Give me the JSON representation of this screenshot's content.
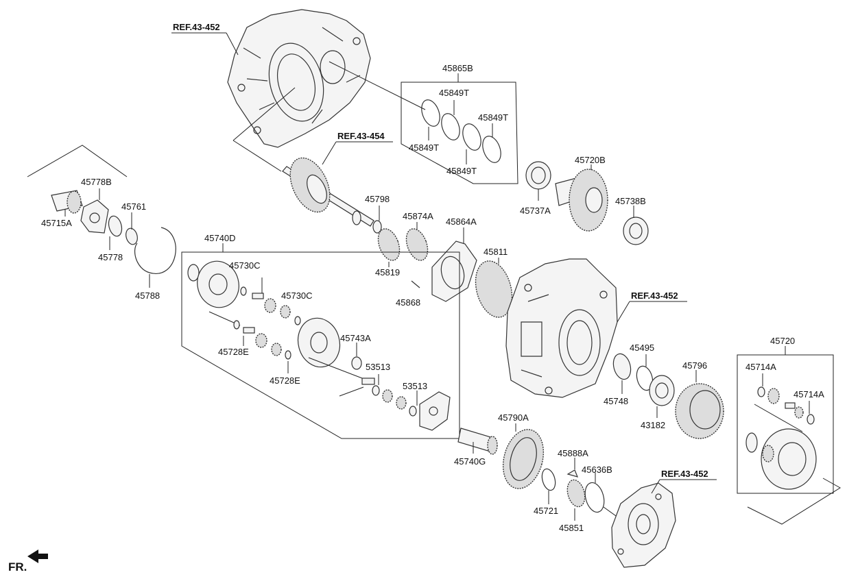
{
  "refs": {
    "r1": "REF.43-452",
    "r2": "REF.43-454",
    "r3": "REF.43-452",
    "r4": "REF.43-452"
  },
  "labels": {
    "p45865B": "45865B",
    "p45849T_a": "45849T",
    "p45849T_b": "45849T",
    "p45849T_c": "45849T",
    "p45849T_d": "45849T",
    "p45778B": "45778B",
    "p45761": "45761",
    "p45715A": "45715A",
    "p45778": "45778",
    "p45788": "45788",
    "p45798": "45798",
    "p45874A": "45874A",
    "p45864A": "45864A",
    "p45819": "45819",
    "p45720B": "45720B",
    "p45737A": "45737A",
    "p45738B": "45738B",
    "p45740D": "45740D",
    "p45730C_a": "45730C",
    "p45730C_b": "45730C",
    "p45743A": "45743A",
    "p45728E_a": "45728E",
    "p45728E_b": "45728E",
    "p53513_a": "53513",
    "p53513_b": "53513",
    "p45811": "45811",
    "p45868": "45868",
    "p45495": "45495",
    "p45748": "45748",
    "p45796": "45796",
    "p43182": "43182",
    "p45720": "45720",
    "p45714A_a": "45714A",
    "p45714A_b": "45714A",
    "p45790A": "45790A",
    "p45740G": "45740G",
    "p45888A": "45888A",
    "p45636B": "45636B",
    "p45721": "45721",
    "p45851": "45851"
  },
  "corner_label": "FR."
}
